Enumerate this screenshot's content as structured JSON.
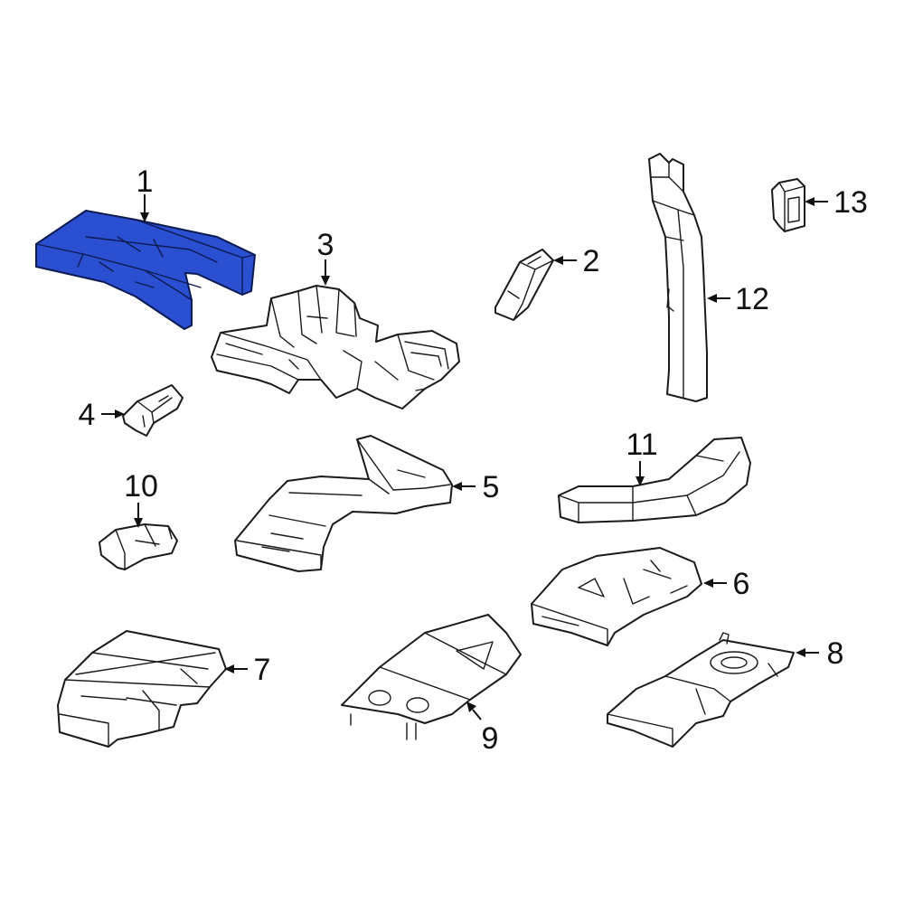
{
  "colors": {
    "highlight": "#2b4fd1",
    "outline": "#1a1a1a",
    "background": "#ffffff"
  },
  "highlighted_part": "1",
  "callouts": [
    {
      "id": "c1",
      "label": "1"
    },
    {
      "id": "c2",
      "label": "2"
    },
    {
      "id": "c3",
      "label": "3"
    },
    {
      "id": "c4",
      "label": "4"
    },
    {
      "id": "c5",
      "label": "5"
    },
    {
      "id": "c6",
      "label": "6"
    },
    {
      "id": "c7",
      "label": "7"
    },
    {
      "id": "c8",
      "label": "8"
    },
    {
      "id": "c9",
      "label": "9"
    },
    {
      "id": "c10",
      "label": "10"
    },
    {
      "id": "c11",
      "label": "11"
    },
    {
      "id": "c12",
      "label": "12"
    },
    {
      "id": "c13",
      "label": "13"
    }
  ]
}
